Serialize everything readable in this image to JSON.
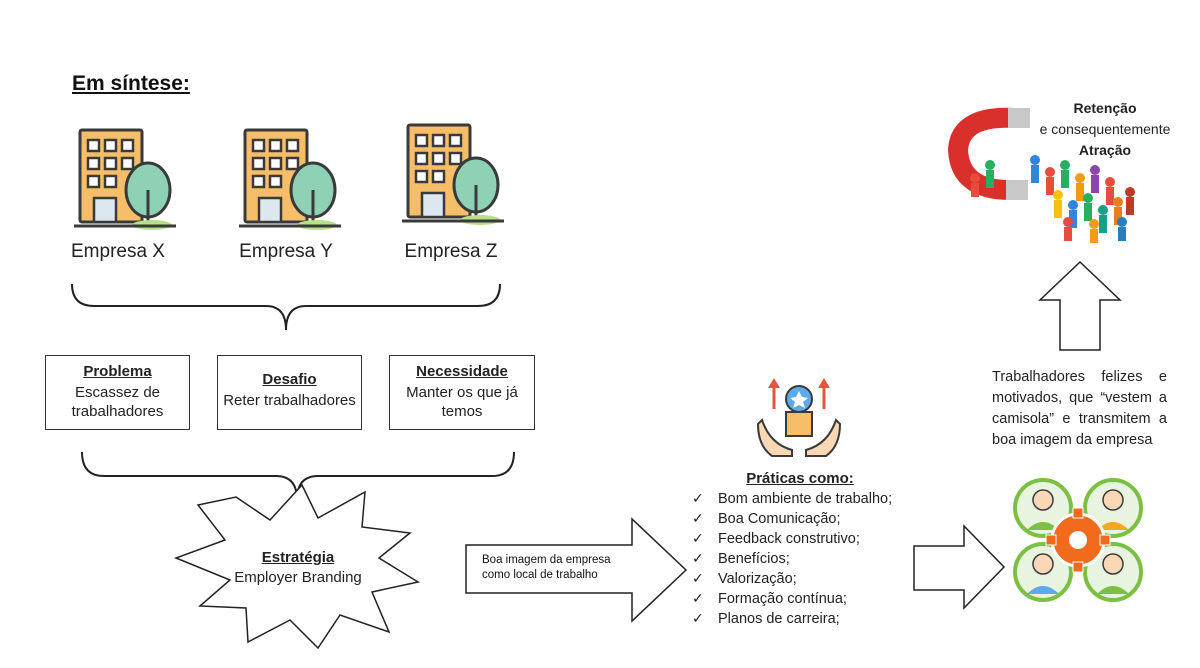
{
  "title": "Em síntese:",
  "companies": [
    "Empresa X",
    "Empresa Y",
    "Empresa Z"
  ],
  "boxes": {
    "problema": {
      "title": "Problema",
      "text_line1": "Escassez de",
      "text_line2": "trabalhadores"
    },
    "desafio": {
      "title": "Desafio",
      "text": "Reter trabalhadores"
    },
    "necessidade": {
      "title": "Necessidade",
      "text_line1": "Manter os que já",
      "text_line2": "temos"
    }
  },
  "strategy": {
    "title": "Estratégia",
    "text": "Employer Branding"
  },
  "arrow_text": {
    "line1": "Boa imagem da empresa",
    "line2": "como local de trabalho"
  },
  "practices": {
    "title": "Práticas como:",
    "items": [
      "Bom ambiente de trabalho;",
      "Boa Comunicação;",
      "Feedback construtivo;",
      "Benefícios;",
      "Valorização;",
      "Formação contínua;",
      "Planos de carreira;"
    ],
    "check_glyph": "✓"
  },
  "workers_text": "Trabalhadores felizes e motivados, que “vestem a camisola” e transmitem a boa imagem da empresa",
  "retention": {
    "line1": "Retenção",
    "line2": "e consequentemente",
    "line3": "Atração"
  },
  "icons": {
    "company": "office-building-with-tree-icon",
    "practices": "award-hands-icon",
    "team": "team-gear-icon",
    "magnet": "magnet-attracting-people-icon"
  },
  "colors": {
    "building": "#F7BE6A",
    "building_dark": "#3A3A3A",
    "tree": "#8FD1B5",
    "arrow_up": "#E8533D",
    "badge": "#5DA9E9",
    "gear": "#F26B1D",
    "team_ring": "#7BC043",
    "magnet_red": "#D9302C"
  }
}
